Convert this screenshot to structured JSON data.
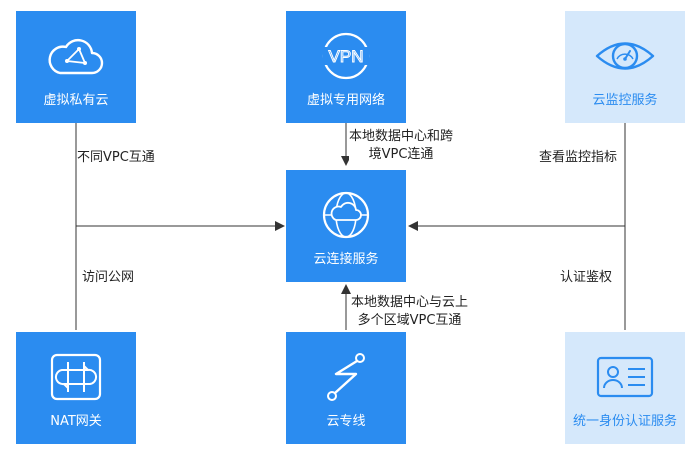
{
  "nodes": {
    "private_cloud": "虚拟私有云",
    "vpn": "虚拟专用网络",
    "monitor": "云监控服务",
    "connect": "云连接服务",
    "nat": "NAT网关",
    "direct": "云专线",
    "iam": "统一身份认证服务"
  },
  "icons": {
    "vpn_text": "VPN"
  },
  "edges": {
    "vpc_interconnect": "不同VPC互通",
    "vpn_line1": "本地数据中心和跨",
    "vpn_line2": "境VPC连通",
    "monitor_label": "查看监控指标",
    "public_access": "访问公网",
    "direct_line1": "本地数据中心与云上",
    "direct_line2": "多个区域VPC互通",
    "auth": "认证鉴权"
  },
  "colors": {
    "primary": "#2b8cf0",
    "light": "#d5e8fb",
    "line": "#333333"
  }
}
